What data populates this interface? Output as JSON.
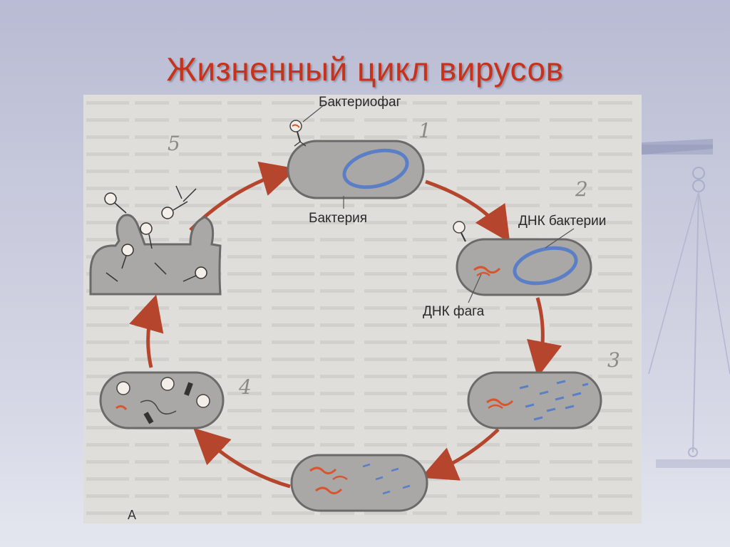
{
  "slide": {
    "title": "Жизненный цикл вирусов"
  },
  "diagram": {
    "labels": {
      "bacteriophage": "Бактериофаг",
      "bacterium": "Бактерия",
      "bacterial_dna": "ДНК бактерии",
      "phage_dna": "ДНК фага"
    },
    "stage_numbers": [
      "1",
      "2",
      "3",
      "4",
      "5"
    ],
    "panel_letter": "А"
  },
  "colors": {
    "title": "#c8321a",
    "arrow": "#b5452c",
    "cell_fill": "#a9a8a6",
    "bacterial_dna": "#5b7fc7",
    "phage_dna": "#d9552e"
  }
}
